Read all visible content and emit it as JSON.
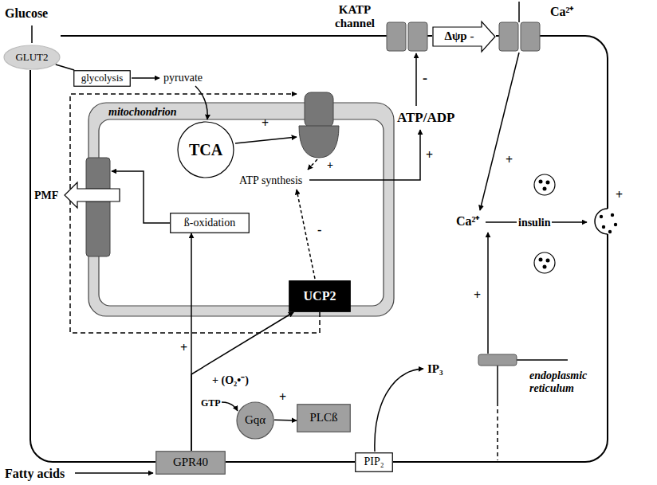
{
  "diagram": {
    "nodes": [
      {
        "text": [
          "GLUT2"
        ]
      },
      {
        "text": [
          "Δψp -"
        ]
      },
      {
        "text": [
          "glycolysis"
        ]
      },
      {
        "text": [
          "mitochondrion"
        ]
      },
      {
        "text": [
          "TCA"
        ],
        "in": 3
      },
      {
        "text": [
          "ß-oxidation"
        ],
        "in": 3
      },
      {
        "text": [
          "UCP2"
        ],
        "in": 3
      },
      {
        "text": [
          "Gqα"
        ]
      },
      {
        "text": [
          "PLCß"
        ]
      },
      {
        "text": [
          "PIP₂"
        ]
      },
      {
        "text": [
          "GPR40"
        ]
      }
    ],
    "edges": [
      {
        "from": 0,
        "to": 2,
        "arrow": "none"
      },
      {
        "from": 7,
        "to": 8,
        "arrow": "to",
        "label": "+"
      },
      {
        "from": 10,
        "to": 5,
        "arrow": "to",
        "label": "+"
      },
      {
        "from": 10,
        "to": 6,
        "arrow": "to",
        "label": "+ (O₂•⁻)"
      }
    ],
    "labels": [
      "Glucose",
      "KATP channel",
      "Ca²⁺",
      "pyruvate",
      "+",
      "PMF",
      "+",
      "ATP synthesis",
      "-",
      "ATP/ADP",
      "-",
      "+",
      "+",
      "Ca²⁺",
      "insulin",
      "+",
      "+",
      "IP₃",
      "endoplasmic reticulum",
      "GTP",
      "Fatty acids"
    ]
  }
}
